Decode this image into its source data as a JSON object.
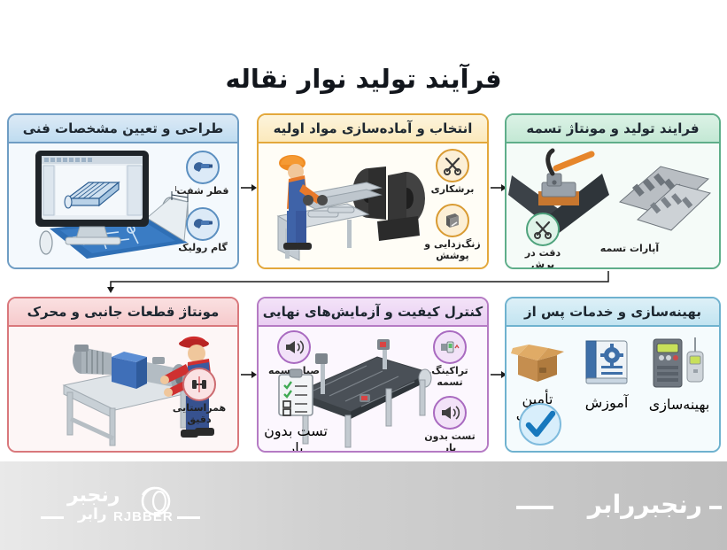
{
  "document": {
    "title": "فرآیند تولید نوار نقاله",
    "language": "fa",
    "accent_colors": {
      "panel1": "#6f9dc4",
      "panel2": "#e3a83c",
      "panel3": "#5fae8a",
      "panel4": "#d9787c",
      "panel5": "#b57bc4",
      "panel6": "#6fb2cf",
      "footer_text": "#ffffff",
      "title_text": "#12161c"
    }
  },
  "panels": [
    {
      "id": "design",
      "header": "طراحی و تعیین مشخصات فنی",
      "illustration": "cad-monitor-blueprint",
      "badges": [
        {
          "label": "قطر شفت",
          "icon": "micrometer-icon"
        },
        {
          "label": "گام رولیک",
          "icon": "micrometer-icon"
        }
      ]
    },
    {
      "id": "materials",
      "header": "انتخاب و آماده‌سازی مواد اولیه",
      "illustration": "worker-steel-profiles-rubber-rolls",
      "badges": [
        {
          "label": "برشکاری",
          "icon": "scissors-icon"
        },
        {
          "label": "زنگ‌زدایی و\nپوشش",
          "icon": "beam-coating-icon"
        }
      ]
    },
    {
      "id": "production",
      "header": "فرایند تولید و مونتاژ تسمه",
      "illustration": "belt-splicing-press-modular-chain",
      "captions": [
        {
          "label": "آپارات تسمه"
        }
      ],
      "badges": [
        {
          "label": "دقت در برش",
          "icon": "scissors-icon"
        }
      ]
    },
    {
      "id": "assembly",
      "header": "مونتاژ قطعات جانبی و محرک",
      "illustration": "worker-motor-gearbox-frame",
      "badges": [
        {
          "label": "همراستایی دقیق",
          "icon": "alignment-icon"
        }
      ]
    },
    {
      "id": "quality",
      "header": "کنترل کیفیت و آزمایش‌های نهایی",
      "illustration": "conveyor-test-rig-clipboard",
      "badges": [
        {
          "label": "تراکینگ تسمه",
          "icon": "sensor-icon"
        },
        {
          "label": "صیاد تسمه",
          "icon": "speaker-icon"
        },
        {
          "label": "تست بدون بار",
          "icon": "speaker-icon"
        }
      ],
      "captions": [
        {
          "label": "تست بدون بار",
          "icon": "clipboard-checklist-icon"
        }
      ]
    },
    {
      "id": "aftercare",
      "header": "بهینه‌سازی و خدمات پس از تولید",
      "items": [
        {
          "label": "بهینه‌سازی",
          "icon": "vfd-controller-icon"
        },
        {
          "label": "آموزش",
          "icon": "manual-book-gear-icon"
        },
        {
          "label": "تأمین قطعات",
          "icon": "open-box-icon"
        }
      ],
      "mark": {
        "icon": "check-circle-icon"
      }
    }
  ],
  "footer": {
    "logo_fa_line1": "رنجبر",
    "logo_fa_line2": "رابر",
    "logo_en": "RJBBER",
    "brand_right": "رنجبررابر"
  }
}
